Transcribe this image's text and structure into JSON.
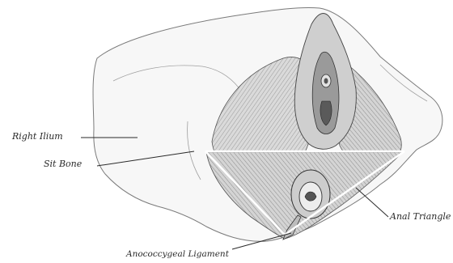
{
  "labels": {
    "right_ilium": "Right Ilium",
    "sit_bone": "Sit Bone",
    "anal_triangle": "Anal Triangle",
    "anococcygeal_ligament": "Anococcygeal Ligament"
  },
  "colors": {
    "ink": "#2a2a2a",
    "bone_fill": "#f7f7f7",
    "muscle_fill": "#d9d9d9",
    "triangle_line": "#ffffff"
  }
}
